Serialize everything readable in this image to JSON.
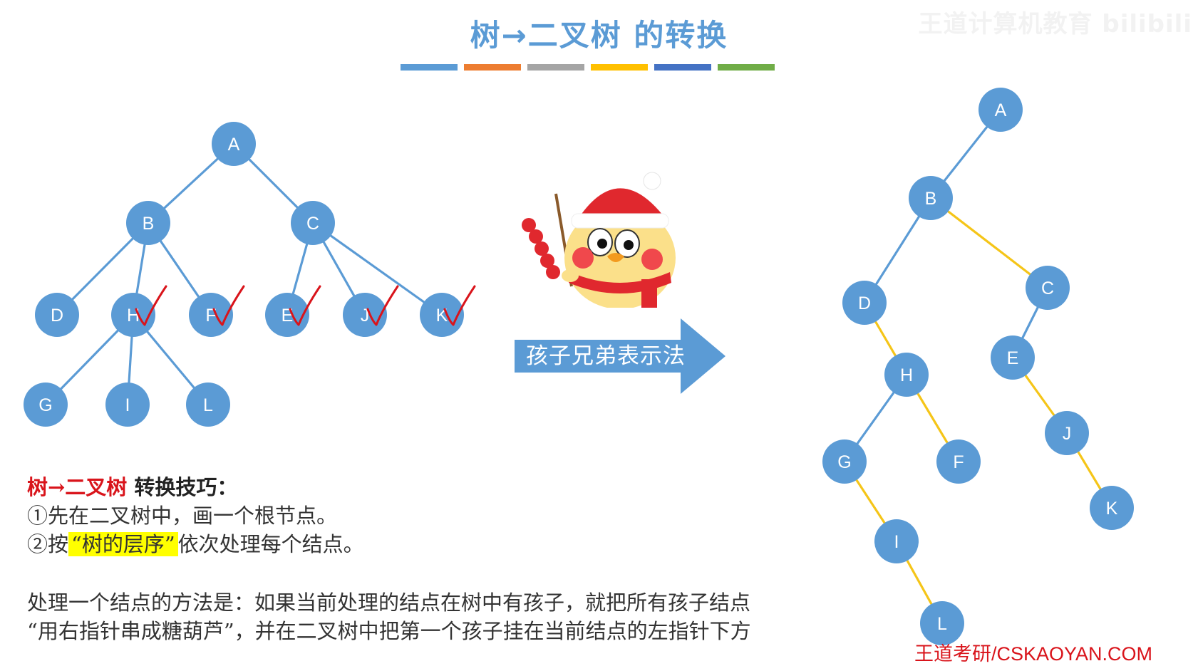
{
  "title": {
    "part1": "树",
    "arrow": "→",
    "part2": "二叉树 的转换"
  },
  "watermark": "王道计算机教育 bilibili",
  "color_bars": [
    "#5b9bd5",
    "#ed7d31",
    "#a5a5a5",
    "#ffc000",
    "#4472c4",
    "#70ad47"
  ],
  "colors": {
    "node": "#5b9bd5",
    "edge_child": "#5b9bd5",
    "edge_sibling": "#f5c518",
    "check": "#d9141b",
    "highlight": "#ffff00"
  },
  "left_tree": {
    "nodes": [
      {
        "id": "A",
        "label": "A"
      },
      {
        "id": "B",
        "label": "B"
      },
      {
        "id": "C",
        "label": "C"
      },
      {
        "id": "D",
        "label": "D"
      },
      {
        "id": "H",
        "label": "H"
      },
      {
        "id": "F",
        "label": "F"
      },
      {
        "id": "E",
        "label": "E"
      },
      {
        "id": "J",
        "label": "J"
      },
      {
        "id": "K",
        "label": "K"
      },
      {
        "id": "G",
        "label": "G"
      },
      {
        "id": "I",
        "label": "I"
      },
      {
        "id": "L",
        "label": "L"
      }
    ],
    "edges": [
      [
        "A",
        "B"
      ],
      [
        "A",
        "C"
      ],
      [
        "B",
        "D"
      ],
      [
        "B",
        "H"
      ],
      [
        "B",
        "F"
      ],
      [
        "C",
        "E"
      ],
      [
        "C",
        "J"
      ],
      [
        "C",
        "K"
      ],
      [
        "H",
        "G"
      ],
      [
        "H",
        "I"
      ],
      [
        "H",
        "L"
      ]
    ],
    "checked": [
      "H",
      "F",
      "E",
      "J",
      "K"
    ]
  },
  "right_tree": {
    "nodes": [
      {
        "id": "A",
        "label": "A"
      },
      {
        "id": "B",
        "label": "B"
      },
      {
        "id": "C",
        "label": "C"
      },
      {
        "id": "D",
        "label": "D"
      },
      {
        "id": "H",
        "label": "H"
      },
      {
        "id": "E",
        "label": "E"
      },
      {
        "id": "J",
        "label": "J"
      },
      {
        "id": "G",
        "label": "G"
      },
      {
        "id": "F",
        "label": "F"
      },
      {
        "id": "K",
        "label": "K"
      },
      {
        "id": "I",
        "label": "I"
      },
      {
        "id": "L",
        "label": "L"
      }
    ],
    "child_edges": [
      [
        "A",
        "B"
      ],
      [
        "B",
        "D"
      ],
      [
        "C",
        "E"
      ],
      [
        "H",
        "G"
      ]
    ],
    "sibling_edges": [
      [
        "B",
        "C"
      ],
      [
        "D",
        "H"
      ],
      [
        "H",
        "F"
      ],
      [
        "E",
        "J"
      ],
      [
        "J",
        "K"
      ],
      [
        "G",
        "I"
      ],
      [
        "I",
        "L"
      ]
    ]
  },
  "mascot": {
    "name": "chick-holding-tanghulu"
  },
  "arrow_label": "孩子兄弟表示法",
  "tips": {
    "title_red": "树→二叉树",
    "title_rest": " 转换技巧：",
    "step1": "①先在二叉树中，画一个根节点。",
    "step2_prefix": "②按",
    "step2_highlight": "“树的层序”",
    "step2_suffix": "依次处理每个结点。",
    "para_line1": "处理一个结点的方法是：如果当前处理的结点在树中有孩子，就把所有孩子结点",
    "para_line2": "“用右指针串成糖葫芦”，并在二叉树中把第一个孩子挂在当前结点的左指针下方"
  },
  "footer_brand": "王道考研/CSKAOYAN.COM"
}
